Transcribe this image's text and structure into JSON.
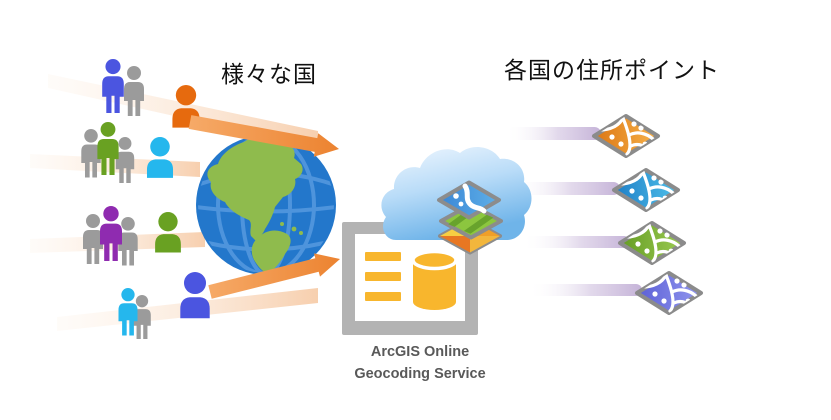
{
  "titles": {
    "left": "様々な国",
    "right": "各国の住所ポイント"
  },
  "service": {
    "caption_line1": "ArcGIS Online",
    "caption_line2": "Geocoding Service"
  },
  "people": {
    "groups": [
      {
        "members": [
          {
            "color_name": "gray",
            "hex": "#9b9b9b"
          },
          {
            "color_name": "blue",
            "hex": "#4b55e0"
          }
        ],
        "single": {
          "color_name": "orange",
          "hex": "#e66a0e"
        }
      },
      {
        "members": [
          {
            "color_name": "gray",
            "hex": "#9b9b9b"
          },
          {
            "color_name": "green",
            "hex": "#69a122"
          },
          {
            "color_name": "gray",
            "hex": "#9b9b9b"
          }
        ],
        "single": {
          "color_name": "cyan",
          "hex": "#25b7ed"
        }
      },
      {
        "members": [
          {
            "color_name": "gray",
            "hex": "#9b9b9b"
          },
          {
            "color_name": "purple",
            "hex": "#8f2bb0"
          },
          {
            "color_name": "gray",
            "hex": "#9b9b9b"
          }
        ],
        "single": {
          "color_name": "green",
          "hex": "#69a122"
        }
      },
      {
        "members": [
          {
            "color_name": "cyan",
            "hex": "#25b7ed"
          },
          {
            "color_name": "gray",
            "hex": "#9b9b9b"
          }
        ],
        "single": {
          "color_name": "blue",
          "hex": "#4b55e0"
        }
      }
    ]
  },
  "address_tiles": [
    {
      "name": "orange-country-tile",
      "dark": "#dc7613",
      "light": "#f7b24a"
    },
    {
      "name": "blue-country-tile",
      "dark": "#1e7ec6",
      "light": "#4fc0ea"
    },
    {
      "name": "green-country-tile",
      "dark": "#649c23",
      "light": "#9ccb52"
    },
    {
      "name": "purple-country-tile",
      "dark": "#5b5fd6",
      "light": "#9297ee"
    }
  ],
  "colors": {
    "arrow_orange": "#ee8838",
    "beam_peach": "#f7cfae",
    "beam_lavender": "#c5b3d8",
    "globe_ocean": "#2377cb",
    "globe_grid": "#4e94dc",
    "globe_land": "#8fbb4d",
    "cloud_blue": "#6fb4e9",
    "monitor_gray": "#b3b3b3",
    "db_yellow": "#f8b62d",
    "tile_border_gray": "#8b8b8b",
    "caption_gray": "#595959"
  }
}
